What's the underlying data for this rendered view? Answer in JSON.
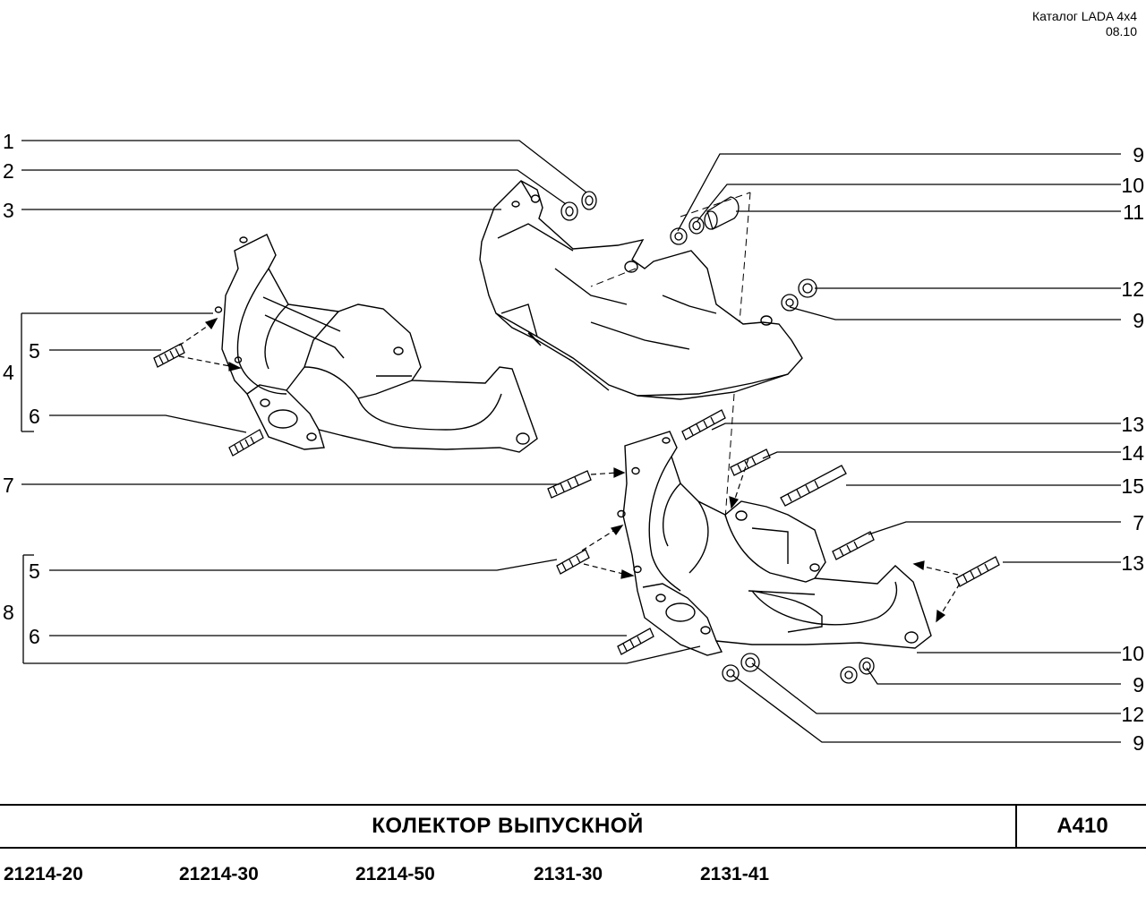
{
  "header": {
    "catalog": "Каталог  LADA  4x4",
    "date": "08.10"
  },
  "callouts": {
    "c1": "1",
    "c2": "2",
    "c3": "3",
    "c4": "4",
    "c5a": "5",
    "c6a": "6",
    "c7a": "7",
    "c5b": "5",
    "c8": "8",
    "c6b": "6",
    "r9a": "9",
    "r10a": "10",
    "r11": "11",
    "r12a": "12",
    "r9b": "9",
    "r13a": "13",
    "r14": "14",
    "r15": "15",
    "r7b": "7",
    "r13b": "13",
    "r10b": "10",
    "r9c": "9",
    "r12b": "12",
    "r9d": "9"
  },
  "title": {
    "name": "КОЛЕКТОР   ВЫПУСКНОЙ",
    "code": "А410"
  },
  "models": [
    "21214-20",
    "21214-30",
    "21214-50",
    "2131-30",
    "2131-41"
  ]
}
